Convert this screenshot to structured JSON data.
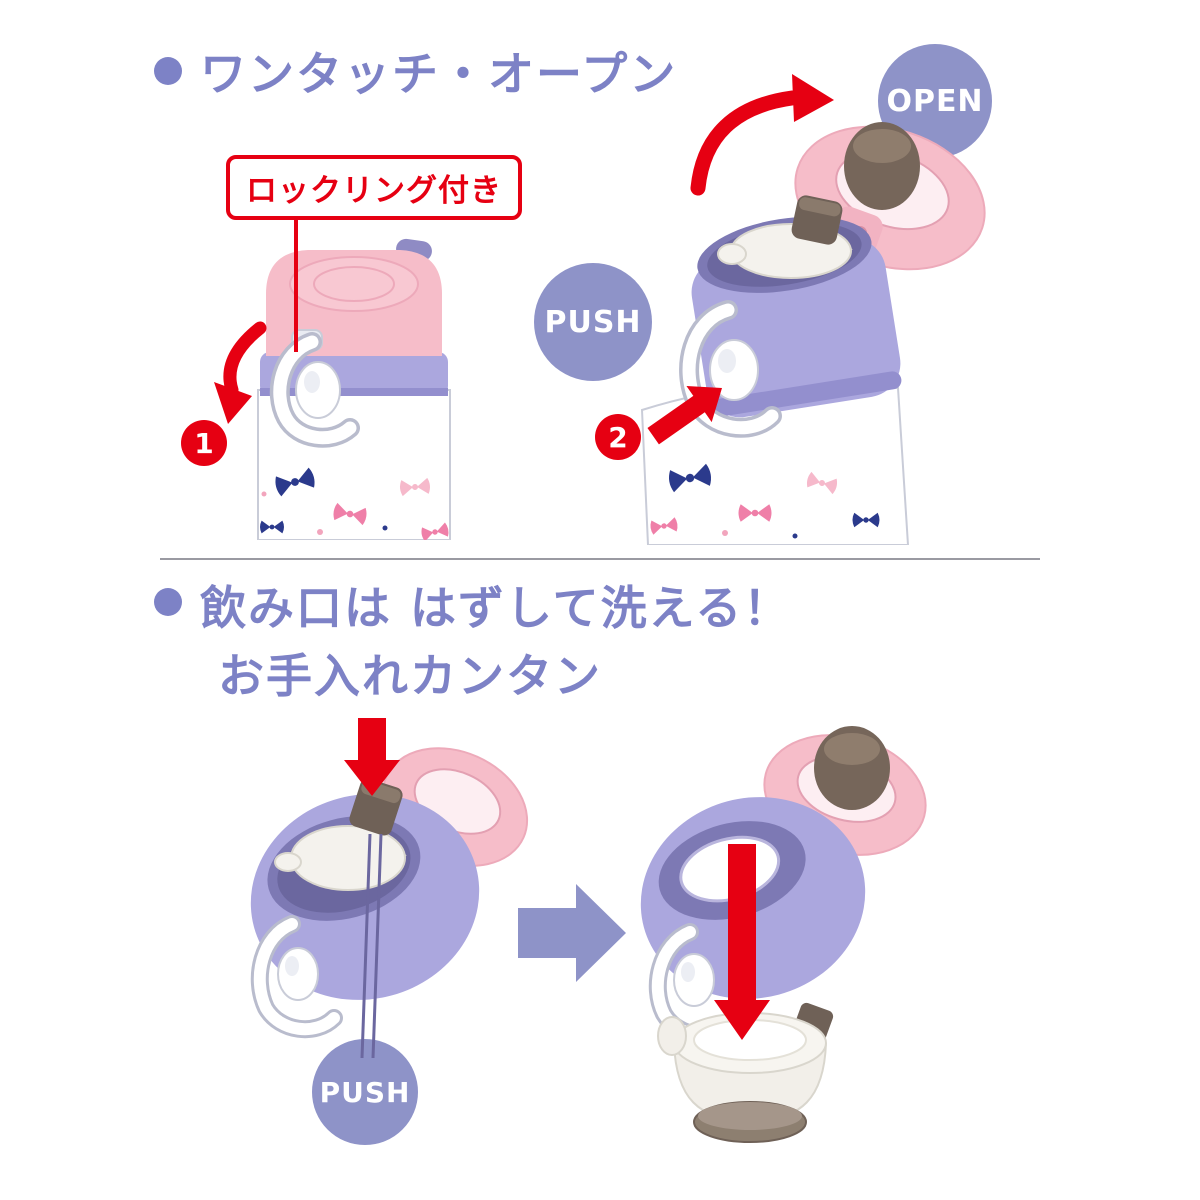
{
  "colors": {
    "heading_text": "#7d82c6",
    "accent_red": "#e60012",
    "badge_purple": "#8e93c8",
    "lid_pink": "#f6bdc9",
    "lid_purple": "#aba7de",
    "stopper_brown": "#6f6157"
  },
  "section_one_touch": {
    "title": "ワンタッチ・オープン",
    "callout_label": "ロックリング付き",
    "steps": [
      {
        "number": "1"
      },
      {
        "number": "2"
      }
    ],
    "push_label": "PUSH",
    "open_label": "OPEN"
  },
  "section_cleaning": {
    "title_line1": "飲み口は はずして洗える！",
    "title_line2": "お手入れカンタン",
    "push_label": "PUSH"
  }
}
